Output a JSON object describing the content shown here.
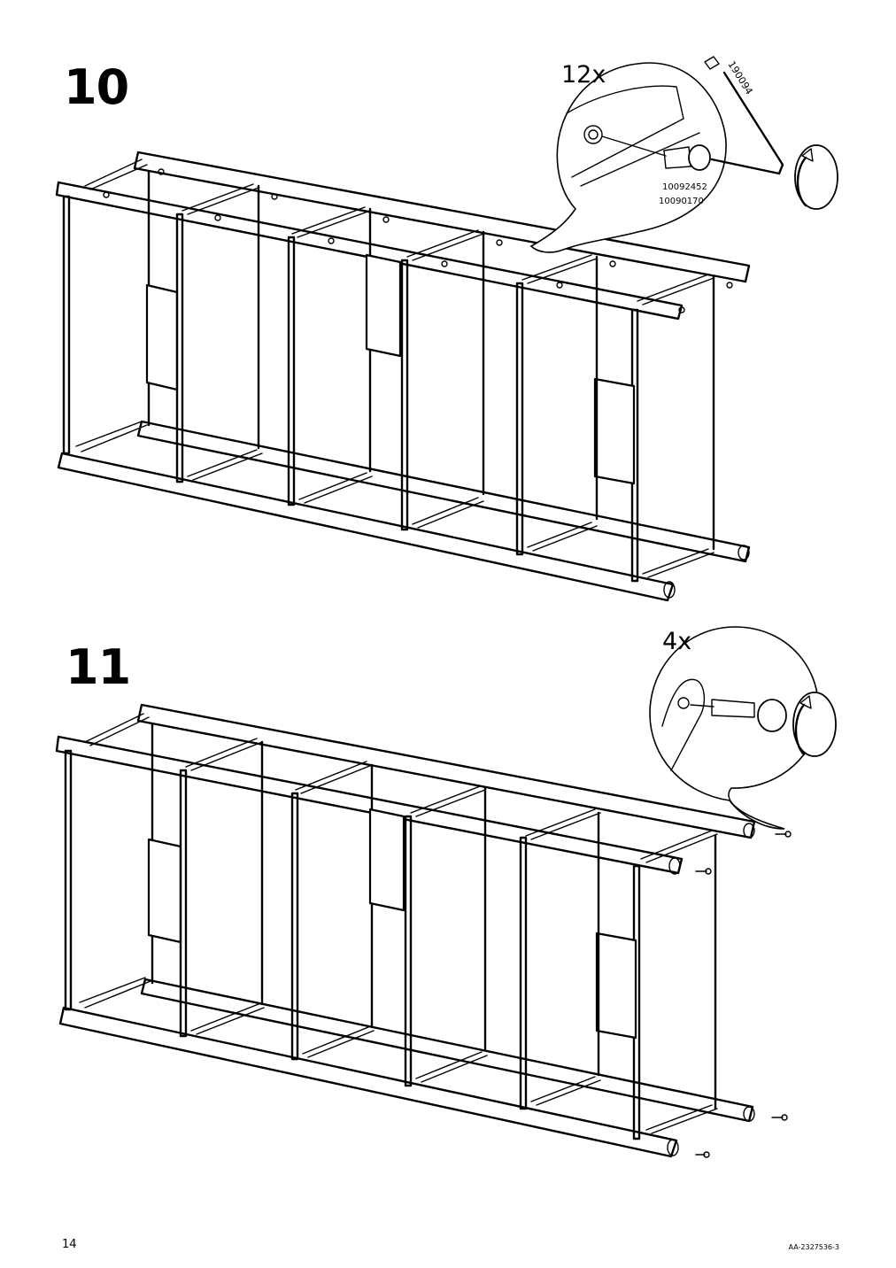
{
  "steps": [
    {
      "number": "10",
      "detail": {
        "quantity": "12x",
        "tool_code": "190094",
        "part_codes": [
          "10092452",
          "10090170"
        ]
      }
    },
    {
      "number": "11",
      "detail": {
        "quantity": "4x"
      }
    }
  ],
  "footer": {
    "page_number": "14",
    "doc_code": "AA-2327536-3"
  }
}
